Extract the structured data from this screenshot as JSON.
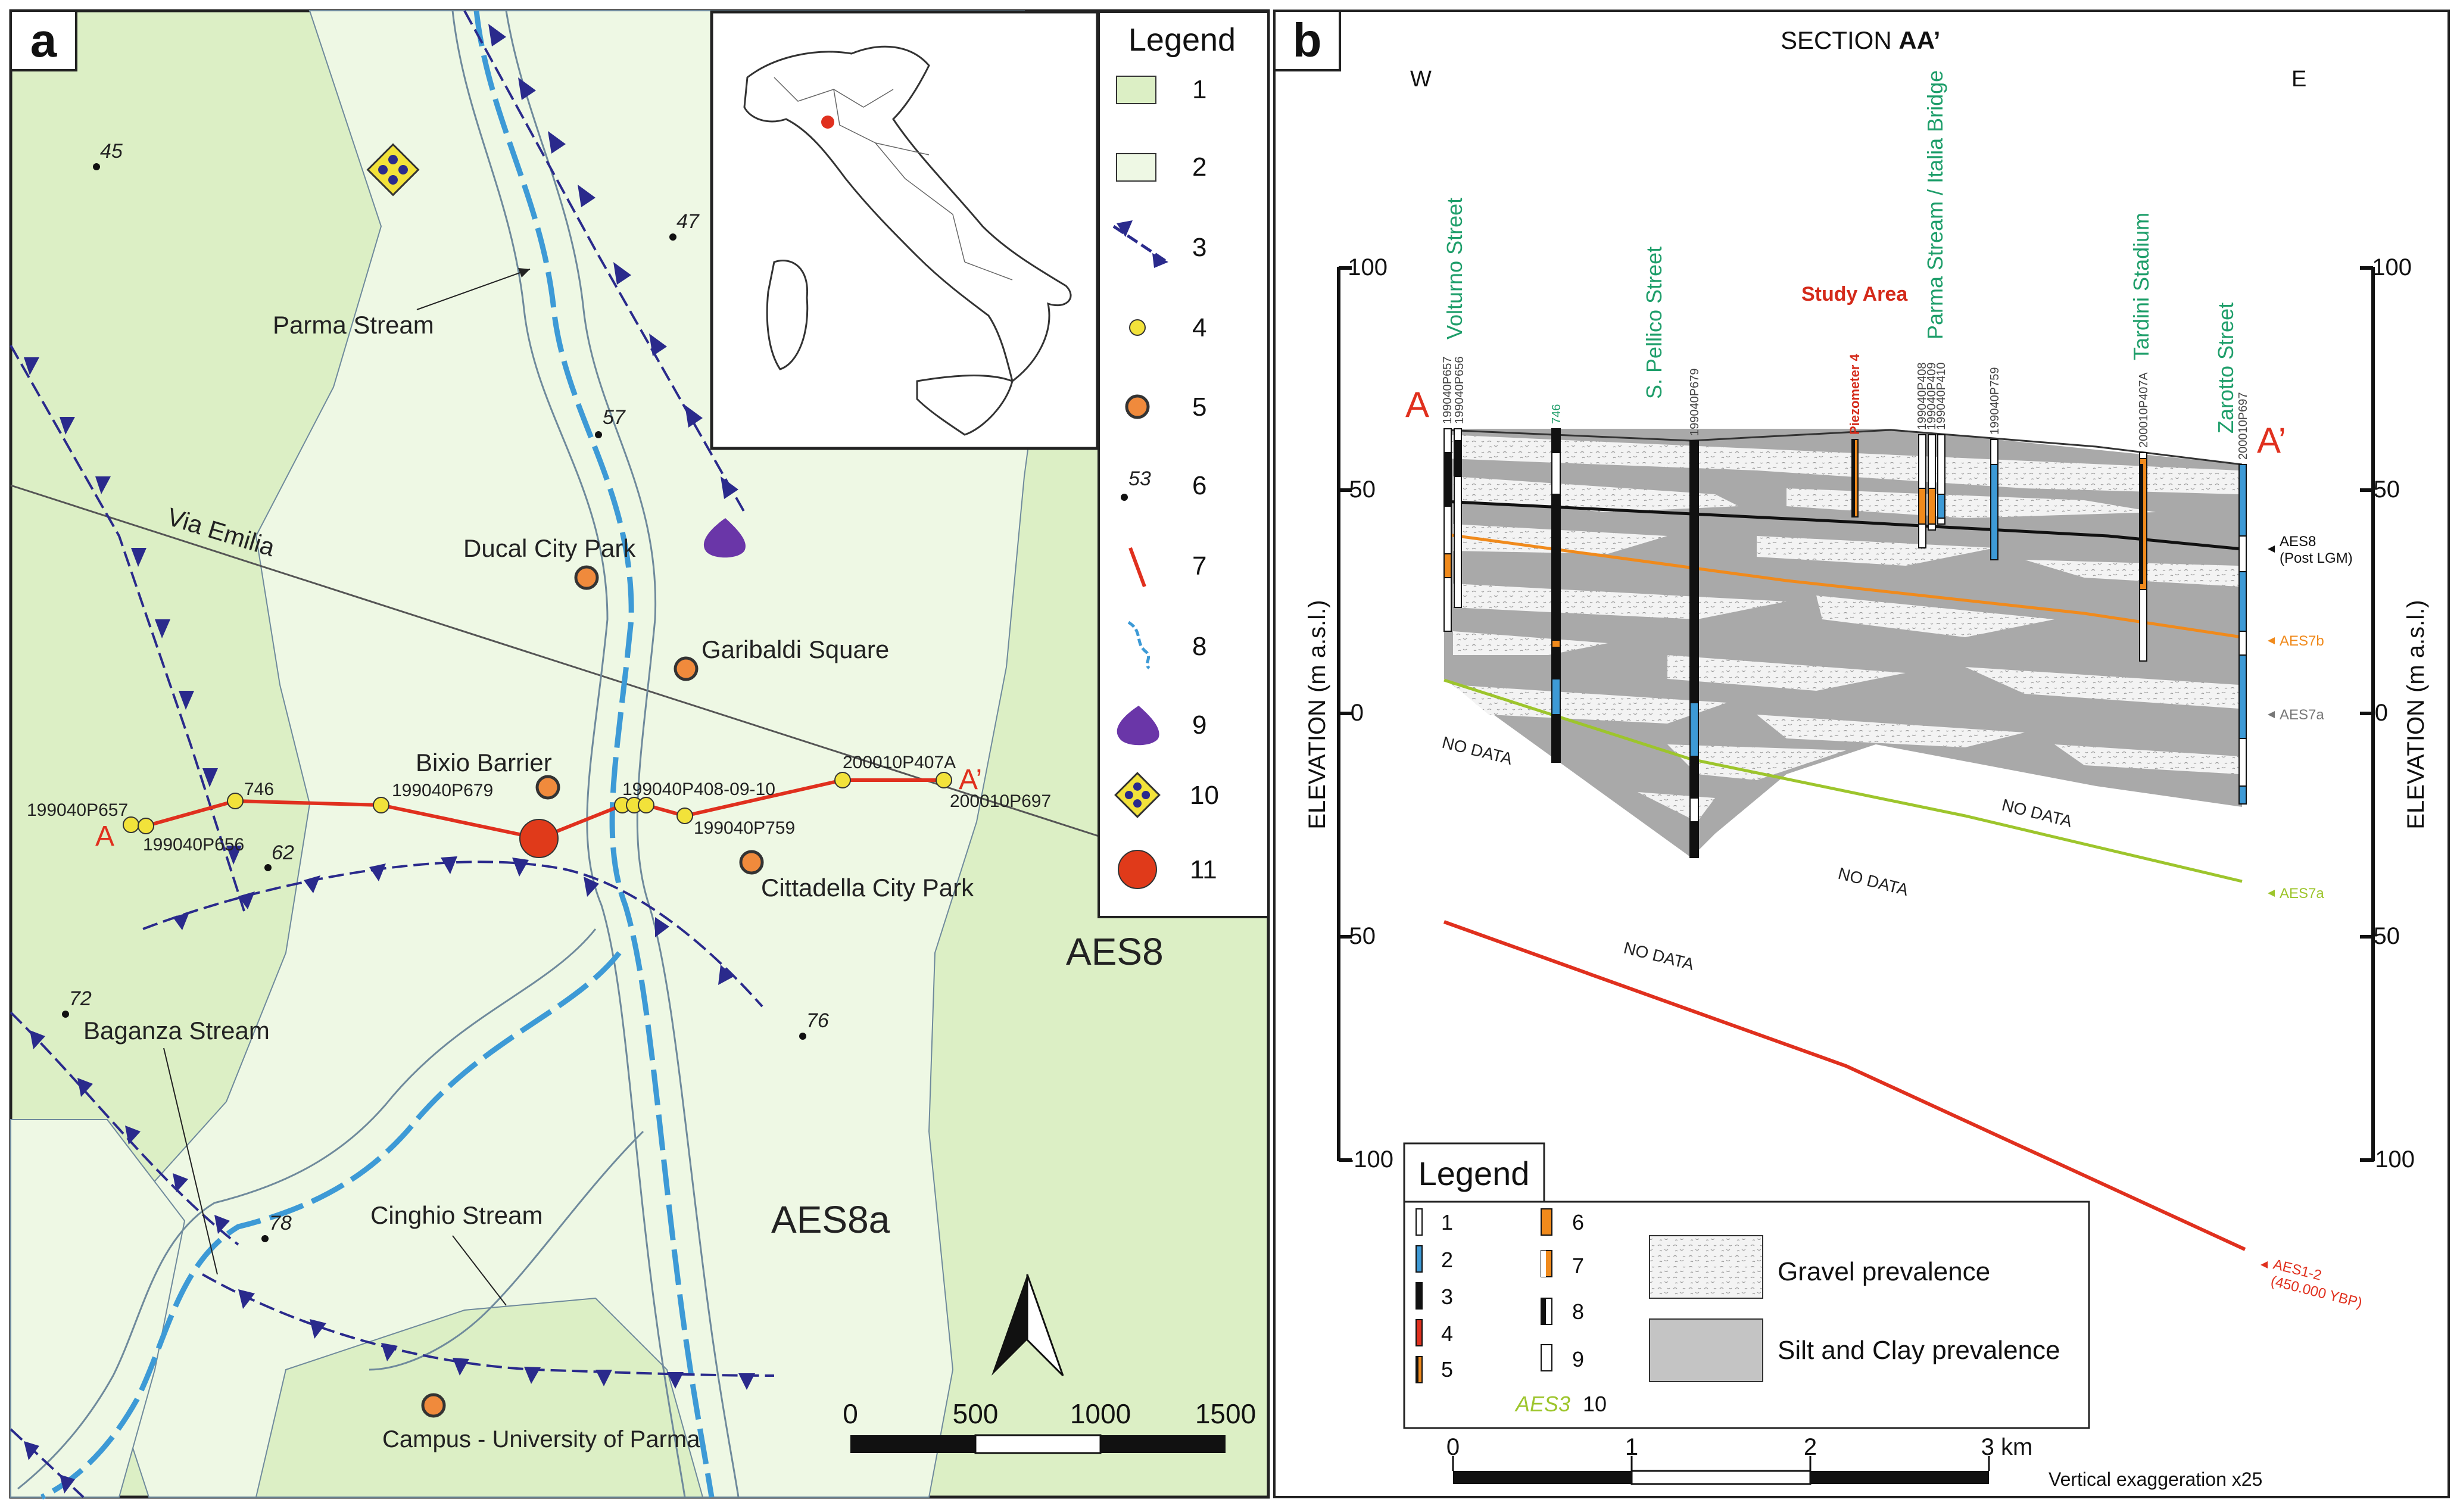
{
  "panel_a": {
    "label": "a",
    "streams": {
      "parma": "Parma Stream",
      "baganza": "Baganza Stream",
      "cinghio": "Cinghio Stream"
    },
    "road": "Via Emilia",
    "places": {
      "ducal_park": "Ducal City Park",
      "garibaldi": "Garibaldi Square",
      "bixio": "Bixio Barrier",
      "cittadella": "Cittadella City Park",
      "campus": "Campus - University of Parma"
    },
    "units": {
      "aes8": "AES8",
      "aes8a": "AES8a"
    },
    "spot_heights": [
      "45",
      "47",
      "57",
      "62",
      "72",
      "76",
      "78"
    ],
    "section": {
      "start": "A",
      "end": "A’"
    },
    "boreholes": {
      "p657": "199040P657",
      "p656": "199040P656",
      "b746": "746",
      "p679": "199040P679",
      "p408": "199040P408-09-10",
      "p759": "199040P759",
      "p407a": "200010P407A",
      "p697": "200010P697"
    },
    "scale_bar": [
      "0",
      "500",
      "1000",
      "1500"
    ],
    "legend": {
      "title": "Legend",
      "items": [
        "1",
        "2",
        "3",
        "4",
        "5",
        "6",
        "7",
        "8",
        "9",
        "10",
        "11"
      ],
      "sample_height": "53"
    },
    "colors": {
      "aes8_fill": "#dcefc5",
      "aes8a_fill": "#eef8e4",
      "stream": "#3d9ad6",
      "thrust": "#2a2a8c",
      "section_line": "#e0301e",
      "borehole": "#f2e23a",
      "site": "#f08a3c",
      "spring": "#6a36a8"
    }
  },
  "panel_b": {
    "label": "b",
    "title_prefix": "SECTION ",
    "title_bold": "AA’",
    "west": "W",
    "east": "E",
    "start": "A",
    "end": "A’",
    "y_axis_label": "ELEVATION (m a.s.l.)",
    "y_ticks": [
      "100",
      "50",
      "0",
      "-50",
      "-100"
    ],
    "streets": [
      "Volturno Street",
      "S. Pellico Street",
      "Parma Stream / Italia Bridge",
      "Tardini Stadium",
      "Zarotto Street"
    ],
    "study_area": "Study Area",
    "piezometer": "Piezometer 4",
    "wells": [
      "199040P657",
      "199040P656",
      "746",
      "199040P679",
      "199040P408",
      "199040P409",
      "199040P410",
      "199040P759",
      "200010P407A",
      "200010P697"
    ],
    "no_data": "NO DATA",
    "units_right": {
      "aes8": "AES8",
      "aes8_note": "(Post LGM)",
      "aes7b": "AES7b",
      "aes7a": "AES7a",
      "aes7a_2": "AES7a",
      "aes12": "AES1-2",
      "aes12_note": "(450.000 YBP)"
    },
    "legend": {
      "title": "Legend",
      "items": [
        "1",
        "2",
        "3",
        "4",
        "5",
        "6",
        "7",
        "8",
        "9",
        "10"
      ],
      "aes3": "AES3",
      "gravel": "Gravel prevalence",
      "silt": "Silt and Clay prevalence"
    },
    "scale": [
      "0",
      "1",
      "2",
      "3 km"
    ],
    "vertical_exaggeration": "Vertical exaggeration x25",
    "colors": {
      "silt": "#a9a9a9",
      "gravel": "#f1f1f1",
      "aes8_line": "#111111",
      "aes7b_line": "#f08a1c",
      "aes7a_line": "#9dc52c",
      "aes12_line": "#e0301e",
      "street_label": "#1e9e6a",
      "study_area": "#d42a1a"
    }
  }
}
